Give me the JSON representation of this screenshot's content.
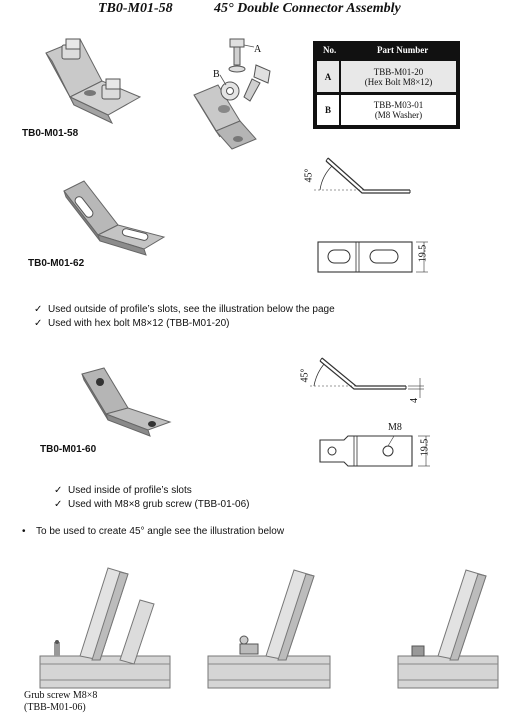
{
  "header": {
    "code": "TB0-M01-58",
    "title": "45° Double Connector Assembly"
  },
  "assembly_labels": {
    "a": "A",
    "b": "B"
  },
  "parts_table": {
    "headers": [
      "No.",
      "Part Number"
    ],
    "rows": [
      {
        "no": "A",
        "part": "TBB-M01-20",
        "desc": "(Hex Bolt M8×12)"
      },
      {
        "no": "B",
        "part": "TBB-M03-01",
        "desc": "(M8 Washer)"
      }
    ]
  },
  "sections": [
    {
      "code": "TB0-M01-58"
    },
    {
      "code": "TB0-M01-62",
      "angle": "45°",
      "dim_height": "19.5",
      "notes": [
        "Used outside of profile’s slots, see the illustration below the page",
        "Used with hex bolt M8×12 (TBB-M01-20)"
      ]
    },
    {
      "code": "TB0-M01-60",
      "angle": "45°",
      "dim_thickness": "4",
      "hole_label": "M8",
      "dim_height": "19.5",
      "notes": [
        "Used inside of profile’s slots",
        "Used with M8×8 grub screw (TBB-01-06)"
      ]
    }
  ],
  "bullet": "To be used to create 45° angle see the  illustration below",
  "grub_label": {
    "line1": "Grub screw M8×8",
    "line2": "(TBB-M01-06)"
  },
  "symbols": {
    "check": "✓",
    "bullet": "•"
  }
}
